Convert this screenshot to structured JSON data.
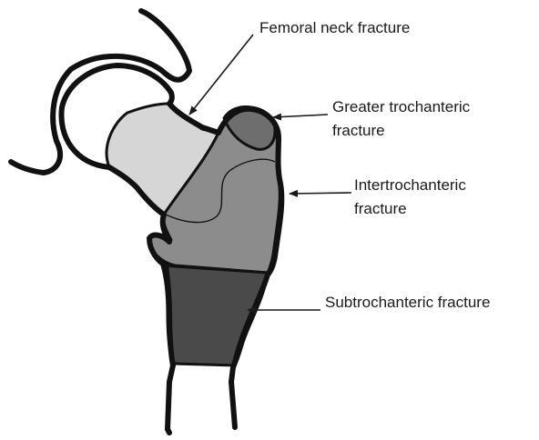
{
  "labels": {
    "femoral_neck": "Femoral neck fracture",
    "greater_trochanteric_line1": "Greater trochanteric",
    "greater_trochanteric_line2": "fracture",
    "intertrochanteric_line1": "Intertrochanteric",
    "intertrochanteric_line2": "fracture",
    "subtrochanteric": "Subtrochanteric fracture"
  },
  "colors": {
    "outline": "#111111",
    "neck_fill": "#d6d6d6",
    "intertrochanteric_fill": "#8c8c8c",
    "greater_trochanter_fill": "#6e6e6e",
    "subtrochanteric_fill": "#4a4a4a",
    "background": "#ffffff"
  }
}
